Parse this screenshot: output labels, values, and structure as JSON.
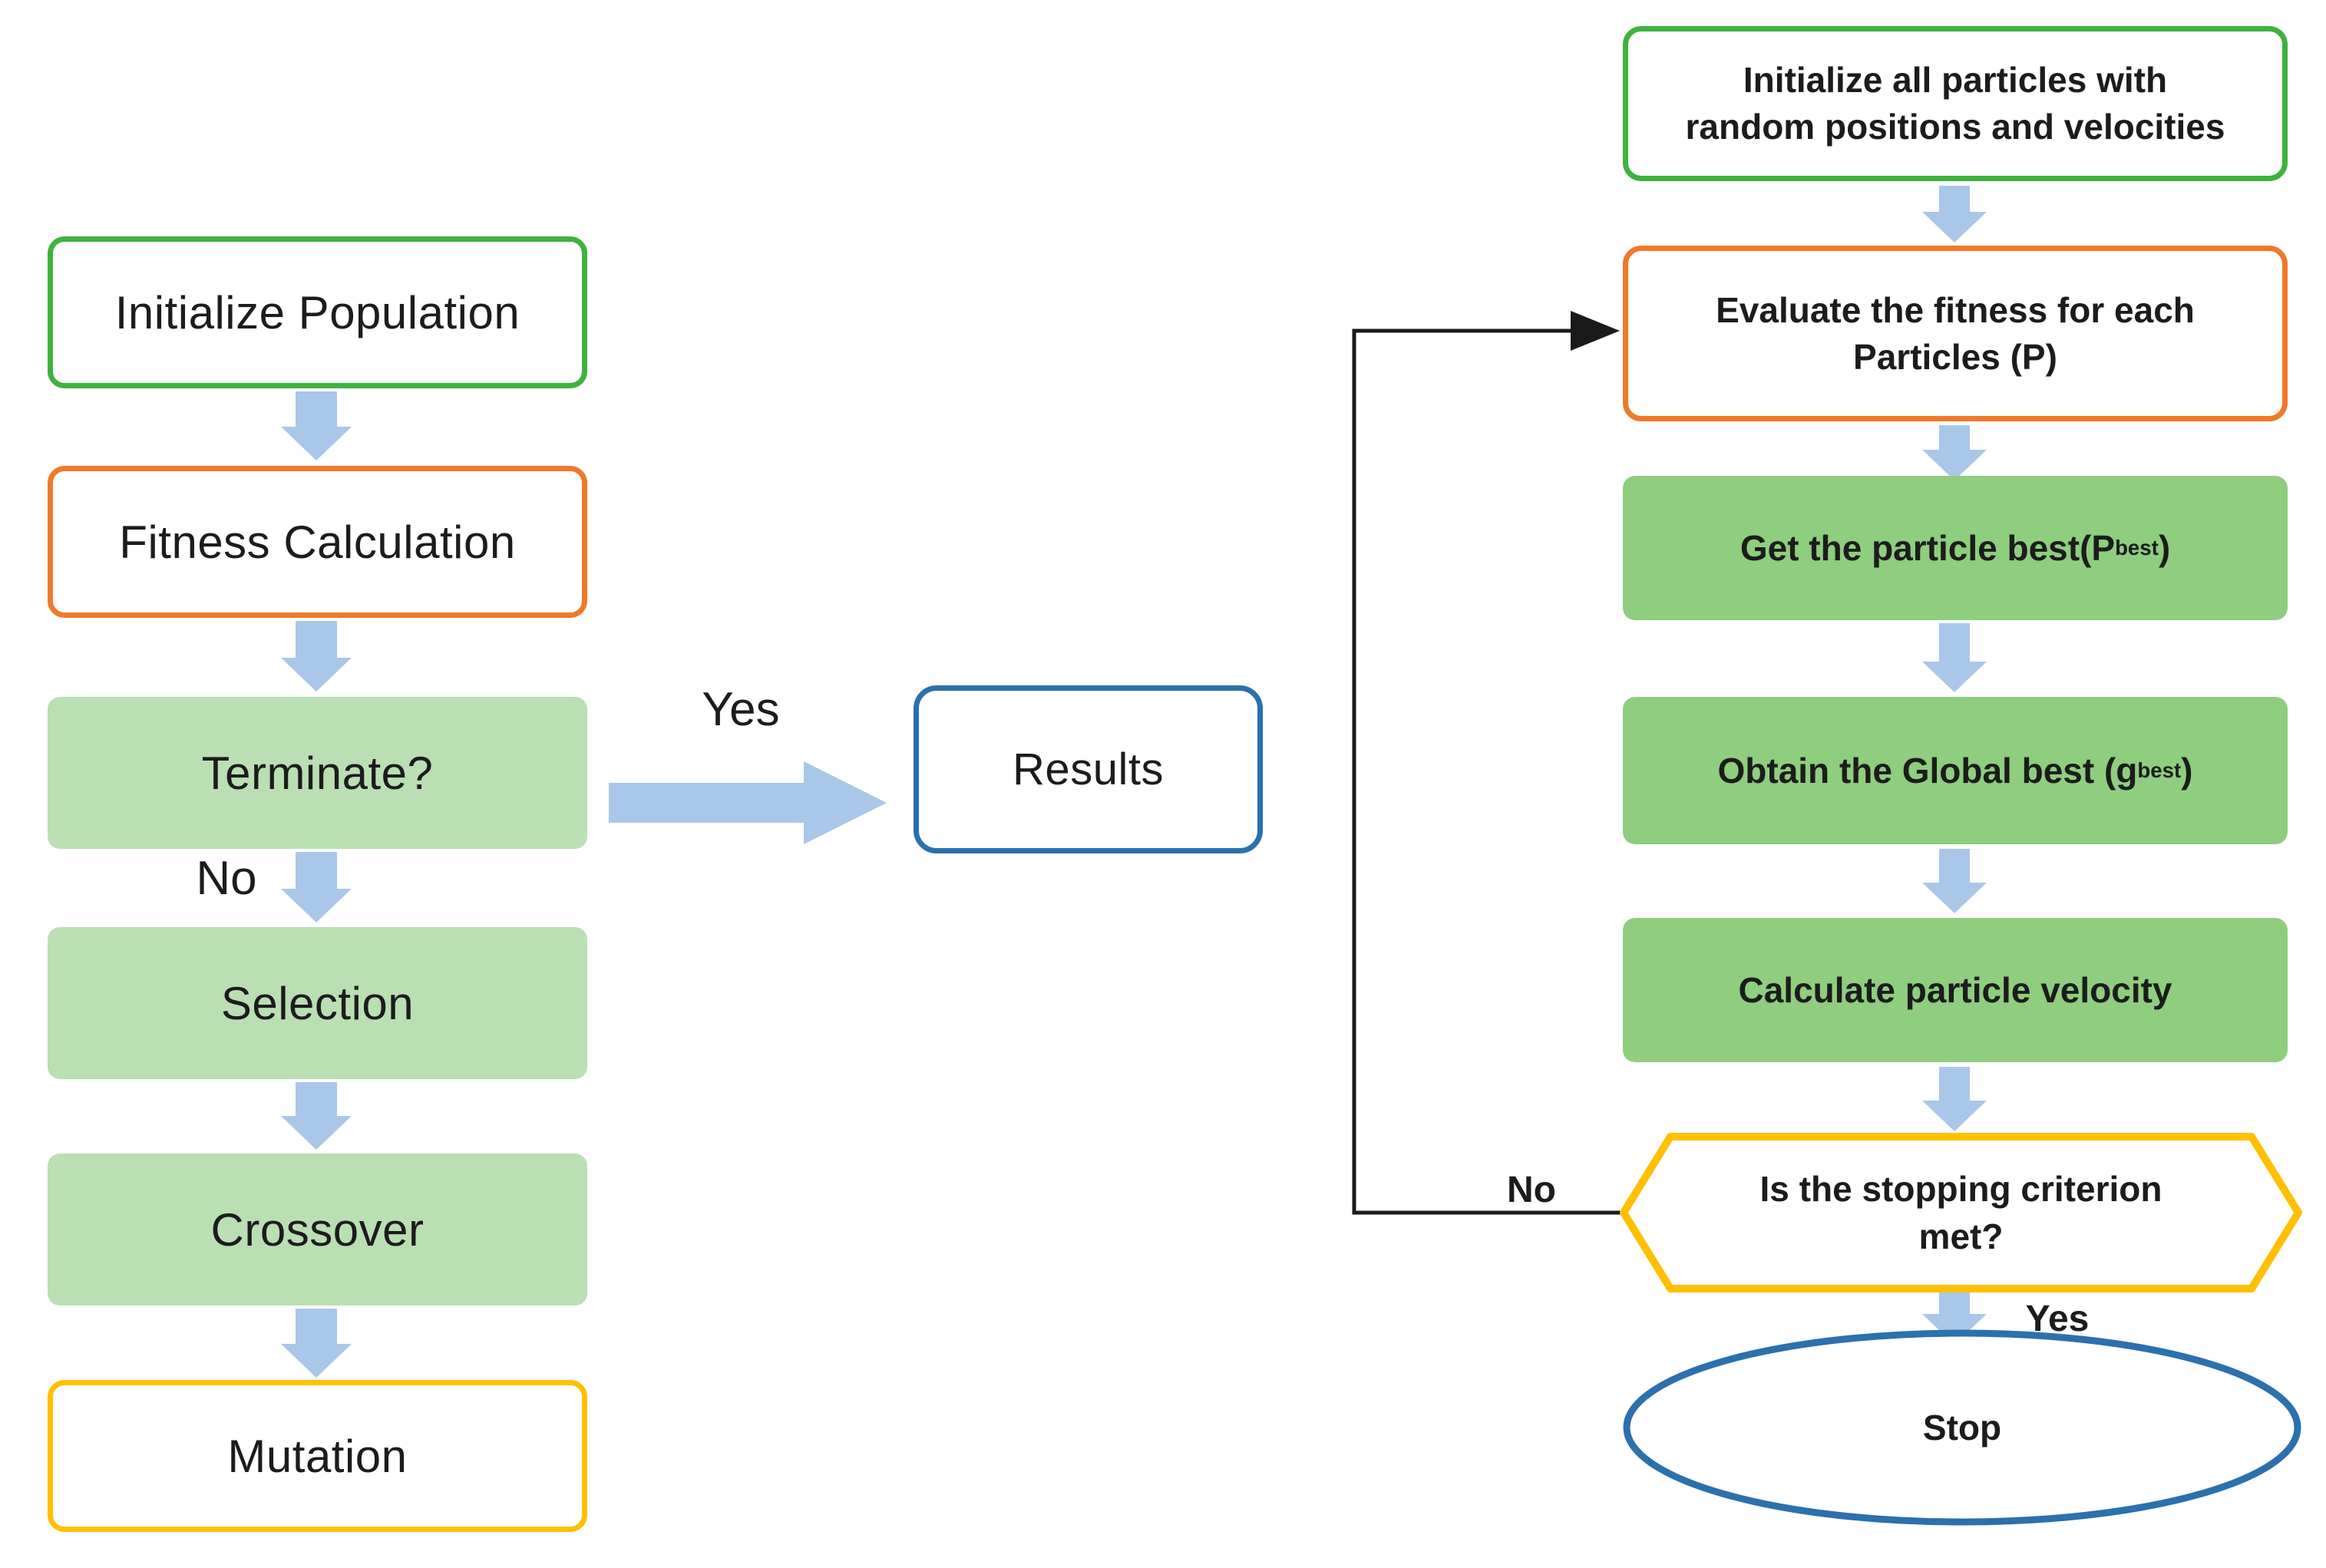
{
  "ga": {
    "init": "Initialize Population",
    "fitness": "Fitness Calculation",
    "terminate": "Terminate?",
    "selection": "Selection",
    "crossover": "Crossover",
    "mutation": "Mutation",
    "results": "Results",
    "yes_label": "Yes",
    "no_label": "No"
  },
  "pso": {
    "init": "Initialize all particles with\nrandom positions and velocities",
    "evaluate": "Evaluate the fitness for each\nParticles (P)",
    "pbest_pre": "Get the particle best(P",
    "pbest_sub": "best",
    "pbest_post": ")",
    "gbest_pre": "Obtain the Global best (g",
    "gbest_sub": "best",
    "gbest_post": ")",
    "velocity": "Calculate particle velocity",
    "criterion": "Is the stopping criterion\nmet?",
    "stop": "Stop",
    "yes_label": "Yes",
    "no_label": "No"
  },
  "colors": {
    "green_border": "#3db33c",
    "orange_border": "#f0792a",
    "yellow_border": "#ffc000",
    "blue_border": "#2a71ad",
    "light_green_fill": "#b9dfb3",
    "medium_green_fill": "#8fcd7f",
    "arrow_blue": "#a9c7e9",
    "connector": "#1a1a1a",
    "text": "#1c1c1c"
  }
}
